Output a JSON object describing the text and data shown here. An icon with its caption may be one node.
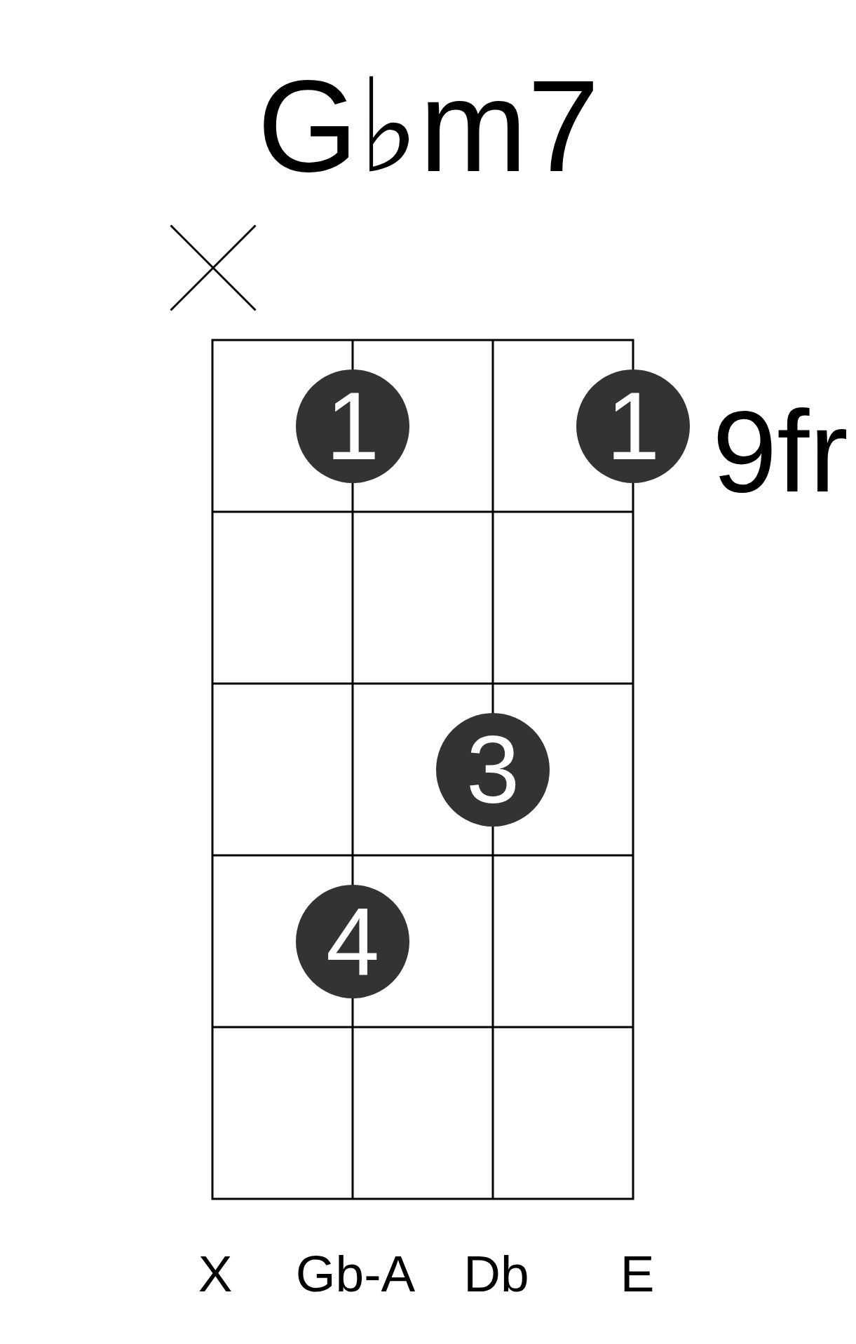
{
  "diagram": {
    "title": "G♭m7",
    "nodes": [
      {
        "text": [
          "1"
        ]
      },
      {
        "text": [
          "1"
        ]
      },
      {
        "text": [
          "3"
        ]
      },
      {
        "text": [
          "4"
        ]
      }
    ],
    "labels": [
      "9fr",
      "X",
      "Gb-A",
      "Db",
      "E"
    ]
  }
}
